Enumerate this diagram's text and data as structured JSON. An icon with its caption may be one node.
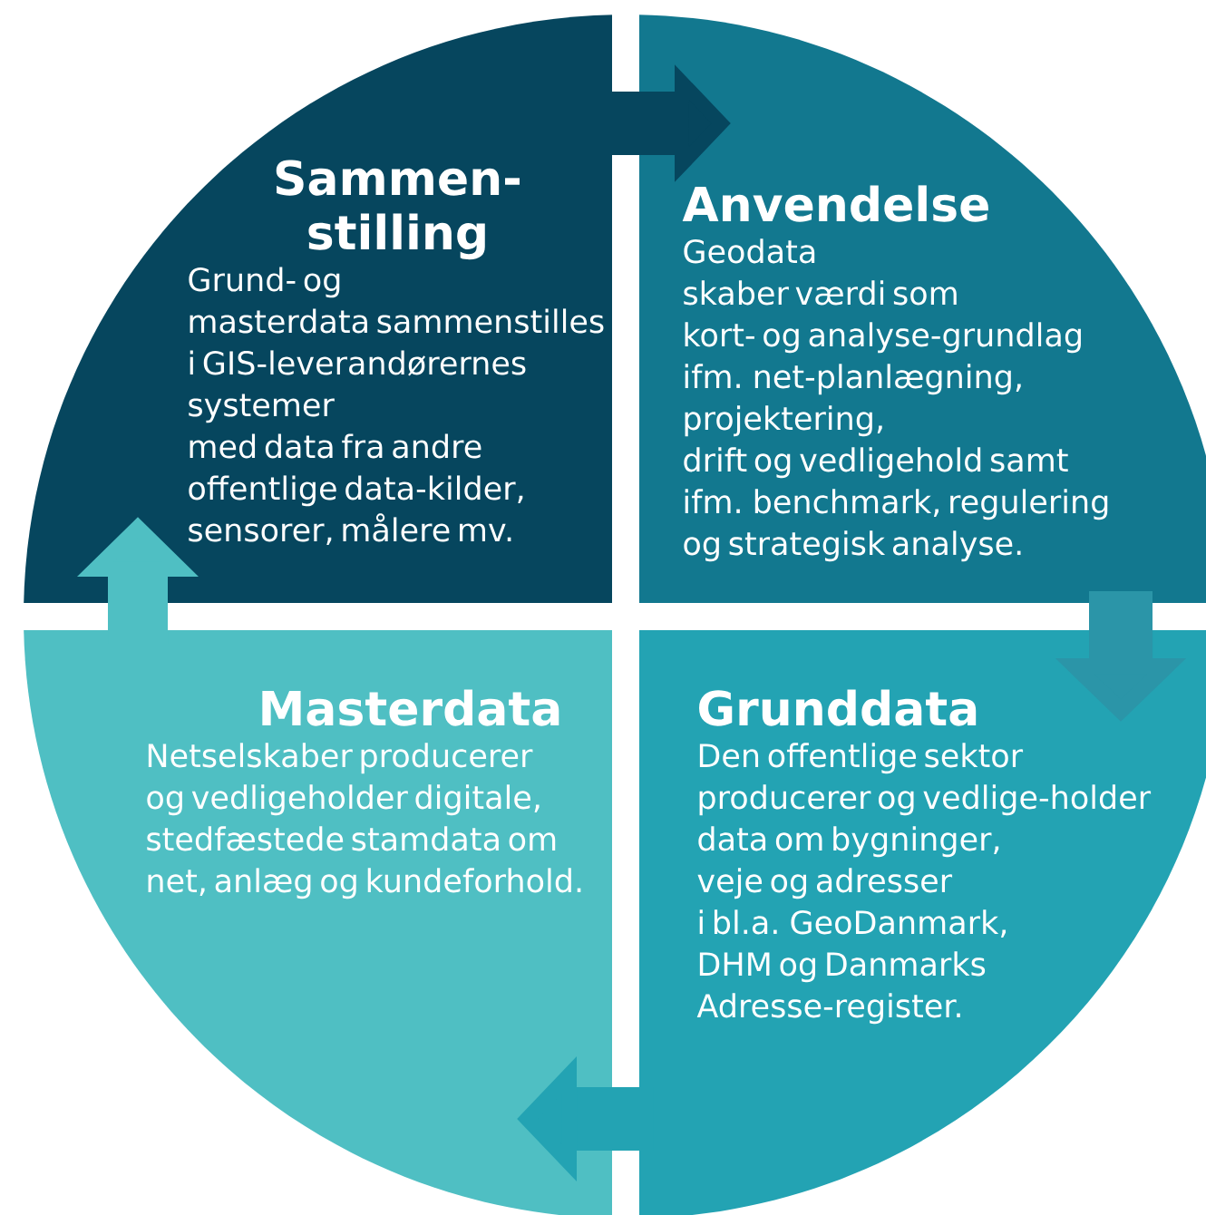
{
  "diagram": {
    "nodes": [
      {
        "text": [
          "Sammen-stilling",
          "Grund- og masterdata sammenstilles i GIS-leverandørernes systemer med data fra andre offentlige data-kilder, sensorer, målere mv."
        ]
      },
      {
        "text": [
          "Anvendelse",
          "Geodata skaber værdi som kort- og analyse-grundlag ifm. net-planlægning, projektering, drift og vedligehold samt ifm. benchmark, regulering og strategisk analyse."
        ]
      },
      {
        "text": [
          "Grunddata",
          "Den offentlige sektor producerer og vedlige-holder data om bygninger, veje og adresser i bl.a. GeoDanmark, DHM og Danmarks Adresse-register."
        ]
      },
      {
        "text": [
          "Masterdata",
          "Netselskaber producerer og vedligeholder digitale, stedfæstede stamdata om net, anlæg og kundeforhold."
        ]
      }
    ],
    "edges": [
      {
        "from": 0,
        "to": 1,
        "arrow": "to",
        "color": "#06465e"
      },
      {
        "from": 1,
        "to": 2,
        "arrow": "to",
        "color": "#2b95a8"
      },
      {
        "from": 2,
        "to": 3,
        "arrow": "to",
        "color": "#23a3b3"
      },
      {
        "from": 3,
        "to": 0,
        "arrow": "to",
        "color": "#4fbfc3"
      }
    ]
  }
}
